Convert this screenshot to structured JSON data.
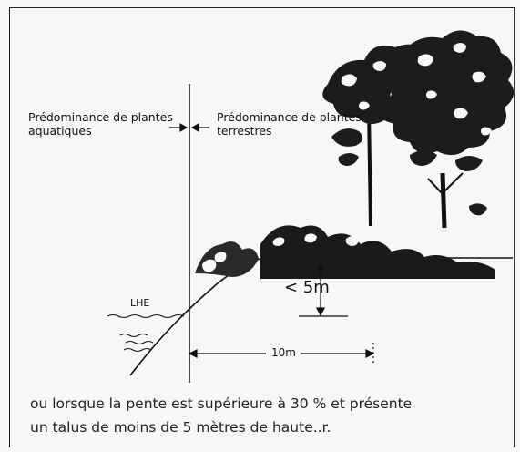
{
  "labels": {
    "aquatic": "Prédominance de plantes aquatiques",
    "terrestrial": "Prédominance de plantes terrestres",
    "water_level": "LHE",
    "height": "< 5m",
    "width": "10m"
  },
  "caption": {
    "line1": "ou lorsque la pente est supérieure à 30 % et présente",
    "line2": "un talus de moins de 5 mètres de haute..r."
  }
}
